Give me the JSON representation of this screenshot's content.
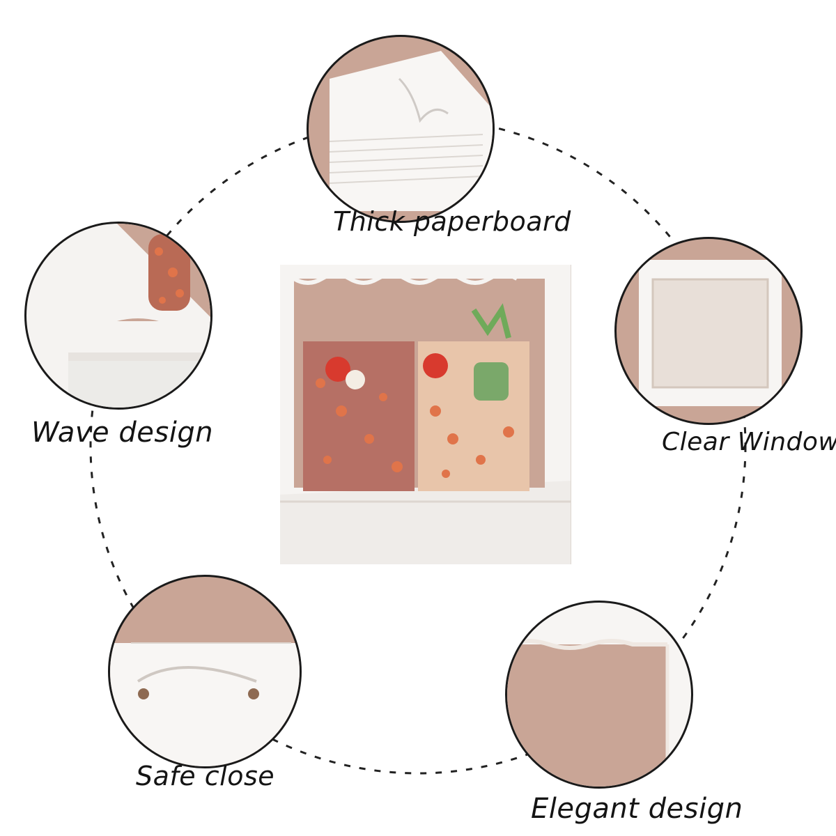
{
  "features": [
    {
      "key": "thick",
      "label": "Thick paperboard"
    },
    {
      "key": "wave",
      "label": "Wave design"
    },
    {
      "key": "window",
      "label": "Clear Window"
    },
    {
      "key": "safe",
      "label": "Safe close"
    },
    {
      "key": "elegant",
      "label": "Elegant design"
    }
  ],
  "colors": {
    "kraft": "#c9a596",
    "kraft_light": "#d8bcb0",
    "paper": "#f7f5f3",
    "outline": "#1a1a1a",
    "cake_orange": "#e0744a",
    "cherry": "#d83a2e",
    "green": "#7aa86a"
  }
}
